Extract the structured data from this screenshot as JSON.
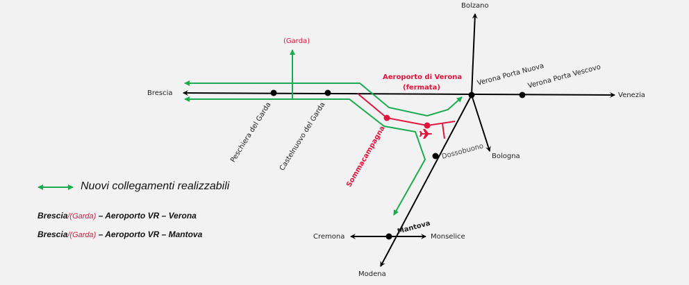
{
  "colors": {
    "rail": "#000000",
    "new_link": "#1aaa50",
    "airport": "#e0143c",
    "background": "#f2f2f2"
  },
  "labels": {
    "brescia": "Brescia",
    "venezia": "Venezia",
    "bolzano": "Bolzano",
    "bologna": "Bologna",
    "cremona": "Cremona",
    "monselice": "Monselice",
    "modena": "Modena",
    "mantova": "Mantova",
    "dossobuono": "Dossobuono",
    "verona_porta_nuova": "Verona Porta Nuova",
    "verona_porta_vescovo": "Verona Porta Vescovo",
    "peschiera": "Peschiera del Garda",
    "castelnuovo": "Castelnuovo del Garda",
    "sommacampagna": "Sommacampagna",
    "garda": "(Garda)",
    "airport_line1": "Aeroporto di Verona",
    "airport_line2": "(fermata)"
  },
  "legend": {
    "new_links": "Nuovi collegamenti realizzabili",
    "routes": [
      {
        "start": "Brescia",
        "garda": "/(Garda)",
        "rest": " – Aeroporto VR – Verona"
      },
      {
        "start": "Brescia",
        "garda": "/(Garda)",
        "rest": " – Aeroporto VR – Mantova"
      }
    ]
  },
  "icons": {
    "airport": "airplane-icon"
  }
}
